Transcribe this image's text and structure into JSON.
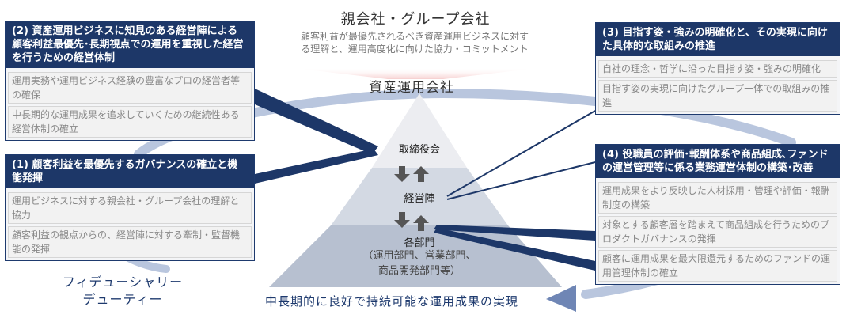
{
  "parent_company": {
    "title": "親会社・グループ会社",
    "description": "顧客利益が最優先されるべき資産運用ビジネスに対する理解と、運用高度化に向けた協力・コミットメント"
  },
  "asset_management_company": {
    "title": "資産運用会社"
  },
  "pyramid": {
    "top": "取締役会",
    "middle": "経営陣",
    "bottom": "各部門",
    "bottom_sub_line1": "（運用部門、営業部門、",
    "bottom_sub_line2": "商品開発部門等）"
  },
  "cards": {
    "card_2": {
      "heading": "(2) 資産運用ビジネスに知見のある経営陣による顧客利益最優先･長期視点での運用を重視した経営を行うための経営体制",
      "items": [
        "運用実務や運用ビジネス経験の豊富なプロの経営者等の確保",
        "中長期的な運用成果を追求していくための継続性ある経営体制の確立"
      ]
    },
    "card_1": {
      "heading": "(1) 顧客利益を最優先するガバナンスの確立と機能発揮",
      "items": [
        "運用ビジネスに対する親会社・グループ会社の理解と協力",
        "顧客利益の観点からの、経営陣に対する牽制・監督機能の発揮"
      ]
    },
    "card_3": {
      "heading": "(3) 目指す姿・強みの明確化と、その実現に向けた具体的な取組みの推進",
      "items": [
        "自社の理念・哲学に沿った目指す姿・強みの明確化",
        "目指す姿の実現に向けたグループ一体での取組みの推進"
      ]
    },
    "card_4": {
      "heading": "(4) 役職員の評価･報酬体系や商品組成､ファンドの運営管理等に係る業務運営体制の構築･改善",
      "items": [
        "運用成果をより反映した人材採用・管理や評価・報酬制度の構築",
        "対象とする顧客層を踏まえて商品組成を行うためのプロダクトガバナンスの発揮",
        "顧客に運用成果を最大限還元するためのファンドの運用管理体制の確立"
      ]
    }
  },
  "fiduciary_duty": {
    "line1": "フィデューシャリー",
    "line2": "デューティー"
  },
  "goal": "中長期的に良好で持続可能な運用成果の実現",
  "colors": {
    "navy": "#1d3768",
    "cycle_arrow": "#b9c6de",
    "pyramid_top": "#e9ecf1",
    "pyramid_middle": "#d5dbe6",
    "pyramid_bottom": "#b7c0d0",
    "item_text": "#888888"
  }
}
